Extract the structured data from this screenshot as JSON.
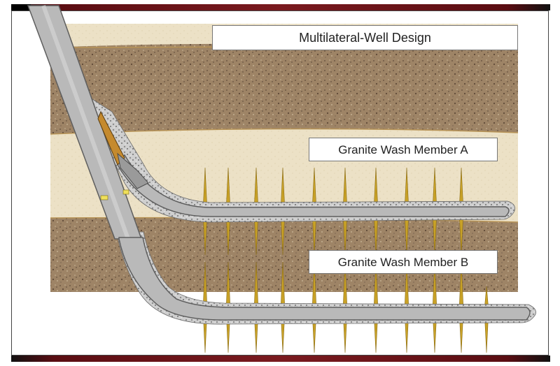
{
  "title": "Multilateral-Well Design",
  "labels": {
    "member_a": "Granite Wash Member A",
    "member_b": "Granite Wash Member B"
  },
  "colors": {
    "sand": "#e8dcbf",
    "granite": "#a08668",
    "granite_dark": "#7d6650",
    "casing": "#b9b9b9",
    "casing_edge": "#7a7a7a",
    "frac": "#c9a227",
    "frame": "#6b1419"
  }
}
